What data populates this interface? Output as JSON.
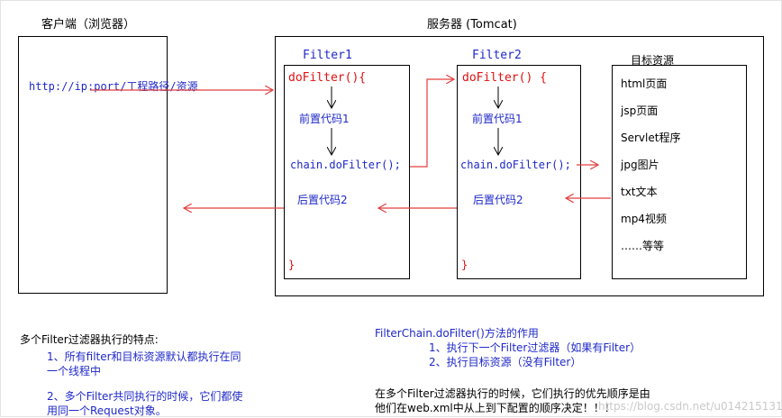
{
  "client": {
    "title": "客户端（浏览器）",
    "url": "http://ip:port/工程路径/资源"
  },
  "server": {
    "title": "服务器  (Tomcat)"
  },
  "filter1": {
    "title": "Filter1",
    "open": "doFilter(){",
    "pre": "前置代码1",
    "chain": "chain.doFilter();",
    "post": "后置代码2",
    "close": "}"
  },
  "filter2": {
    "title": "Filter2",
    "open": "doFilter() {",
    "pre": "前置代码1",
    "chain": "chain.doFilter();",
    "post": "后置代码2",
    "close": "}"
  },
  "target": {
    "title": "目标资源",
    "items": [
      "html页面",
      "jsp页面",
      "Servlet程序",
      "jpg图片",
      "txt文本",
      "mp4视频",
      "……等等"
    ]
  },
  "notes_left": {
    "heading": "多个Filter过滤器执行的特点:",
    "p1_line1": "1、所有filter和目标资源默认都执行在同",
    "p1_line2": "一个线程中",
    "p2_line1": "2、多个Filter共同执行的时候，它们都使",
    "p2_line2": "用同一个Request对象。"
  },
  "notes_right": {
    "heading": "FilterChain.doFilter()方法的作用",
    "item1": "1、执行下一个Filter过滤器（如果有Filter）",
    "item2": "2、执行目标资源（没有Filter）",
    "footer_line1": "在多个Filter过滤器执行的时候，它们执行的优先顺序是由",
    "footer_line2": "他们在web.xml中从上到下配置的顺序决定！！！"
  },
  "watermark": "https://blog.csdn.net/u014215131",
  "colors": {
    "arrow": "#e33d3d",
    "code_blue": "#1f28c8",
    "code_red": "#e01010"
  }
}
